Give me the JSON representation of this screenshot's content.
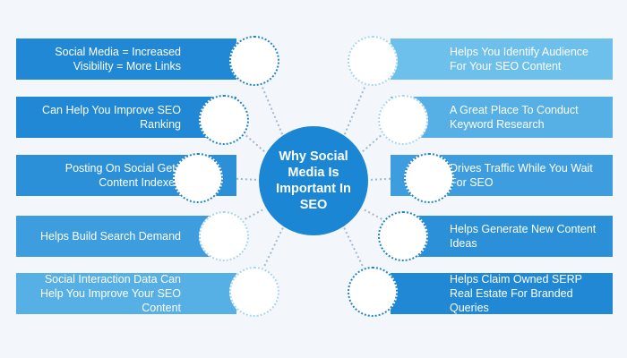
{
  "hub": {
    "title": "Why Social Media Is Important In SEO"
  },
  "left_items": [
    {
      "text": "Social Media = Increased Visibility = More Links",
      "color": "#2088d5"
    },
    {
      "text": "Can Help You Improve SEO Ranking",
      "color": "#2088d5"
    },
    {
      "text": "Posting On Social Gets Content Indexed",
      "color": "#2b90d8"
    },
    {
      "text": "Helps Build Search Demand",
      "color": "#3e9ddf"
    },
    {
      "text": "Social Interaction Data Can Help You Improve Your SEO Content",
      "color": "#56b0e6"
    }
  ],
  "right_items": [
    {
      "text": "Helps You Identify  Audience For Your SEO Content",
      "color": "#6dc0ec"
    },
    {
      "text": "A Great Place To Conduct Keyword Research",
      "color": "#56b0e6"
    },
    {
      "text": "Drives Traffic While You Wait For SEO",
      "color": "#3e9ddf"
    },
    {
      "text": "Helps Generate New Content Ideas",
      "color": "#2b90d8"
    },
    {
      "text": "Helps Claim Owned SERP Real Estate For Branded Queries",
      "color": "#2088d5"
    }
  ],
  "colors": {
    "hub": "#1b86d3",
    "ring_border": "#1f83cc",
    "ring_border_light": "#a8d6ee",
    "connector": "#9fb9d0",
    "background": "#f3f6fa"
  }
}
